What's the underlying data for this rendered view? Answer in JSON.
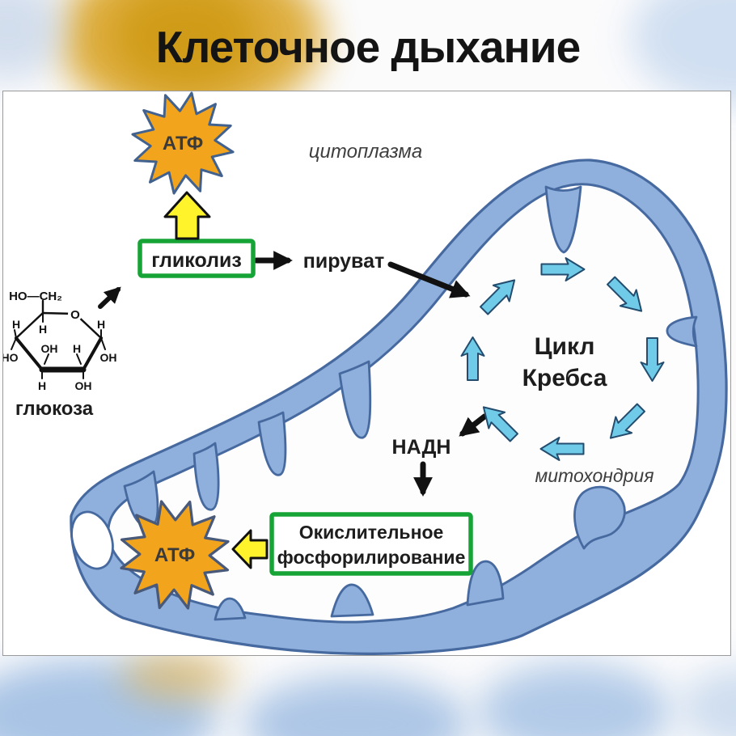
{
  "title": "Клеточное дыхание",
  "labels": {
    "cytoplasm": "цитоплазма",
    "mitochondrion": "митохондрия",
    "glucose": "глюкоза",
    "glycolysis": "гликолиз",
    "pyruvate": "пируват",
    "nadh": "НАДН",
    "atp_top": "АТФ",
    "atp_bottom": "АТФ",
    "krebs_line1": "Цикл",
    "krebs_line2": "Кребса",
    "oxphos_line1": "Окислительное",
    "oxphos_line2": "фосфорилирование"
  },
  "molecule": {
    "hoch2": "HO—CH₂",
    "o": "O",
    "h": "H",
    "oh": "OH",
    "ho": "HO"
  },
  "colors": {
    "membrane_fill": "#8FB0DC",
    "membrane_stroke": "#46699F",
    "cycle_arrow_fill": "#6FCBE8",
    "atp_star_fill": "#F2A41D",
    "box_border_green": "#17A437",
    "yellow_arrow": "#FFF32B",
    "gold_blob": "#D9A11F",
    "blue_blob": "#A9C4E5"
  }
}
